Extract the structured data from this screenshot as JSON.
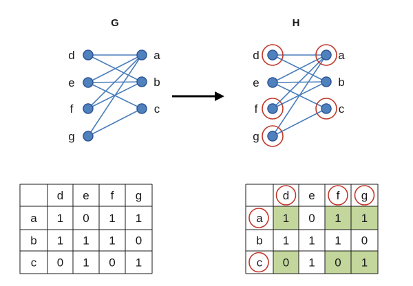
{
  "graph_g": {
    "title": "G",
    "left_nodes": [
      "d",
      "e",
      "f",
      "g"
    ],
    "right_nodes": [
      "a",
      "b",
      "c"
    ],
    "edges": [
      [
        "d",
        "a"
      ],
      [
        "d",
        "b"
      ],
      [
        "e",
        "a"
      ],
      [
        "e",
        "b"
      ],
      [
        "e",
        "c"
      ],
      [
        "f",
        "a"
      ],
      [
        "f",
        "b"
      ],
      [
        "g",
        "a"
      ],
      [
        "g",
        "c"
      ]
    ]
  },
  "graph_h": {
    "title": "H",
    "left_nodes": [
      "d",
      "e",
      "f",
      "g"
    ],
    "right_nodes": [
      "a",
      "b",
      "c"
    ],
    "edges": [
      [
        "d",
        "a"
      ],
      [
        "d",
        "b"
      ],
      [
        "e",
        "a"
      ],
      [
        "e",
        "b"
      ],
      [
        "e",
        "c"
      ],
      [
        "f",
        "a"
      ],
      [
        "f",
        "b"
      ],
      [
        "g",
        "a"
      ],
      [
        "g",
        "c"
      ]
    ],
    "circled_nodes": [
      "d",
      "f",
      "g",
      "a",
      "c"
    ]
  },
  "arrow": "right-arrow",
  "table_g": {
    "columns": [
      "d",
      "e",
      "f",
      "g"
    ],
    "rows": [
      {
        "label": "a",
        "values": [
          "1",
          "0",
          "1",
          "1"
        ]
      },
      {
        "label": "b",
        "values": [
          "1",
          "1",
          "1",
          "0"
        ]
      },
      {
        "label": "c",
        "values": [
          "0",
          "1",
          "0",
          "1"
        ]
      }
    ]
  },
  "table_h": {
    "columns": [
      "d",
      "e",
      "f",
      "g"
    ],
    "rows": [
      {
        "label": "a",
        "values": [
          "1",
          "0",
          "1",
          "1"
        ]
      },
      {
        "label": "b",
        "values": [
          "1",
          "1",
          "1",
          "0"
        ]
      },
      {
        "label": "c",
        "values": [
          "0",
          "1",
          "0",
          "1"
        ]
      }
    ],
    "circled_columns": [
      "d",
      "f",
      "g"
    ],
    "circled_rows": [
      "a",
      "c"
    ]
  },
  "colors": {
    "node_fill": "#4f81bd",
    "node_stroke": "#2f5597",
    "edge": "#4a7ebb",
    "highlight_circle": "#c0392b",
    "highlight_cell": "#c3d69b",
    "grid": "#1a1a1a",
    "arrow": "#000000"
  }
}
